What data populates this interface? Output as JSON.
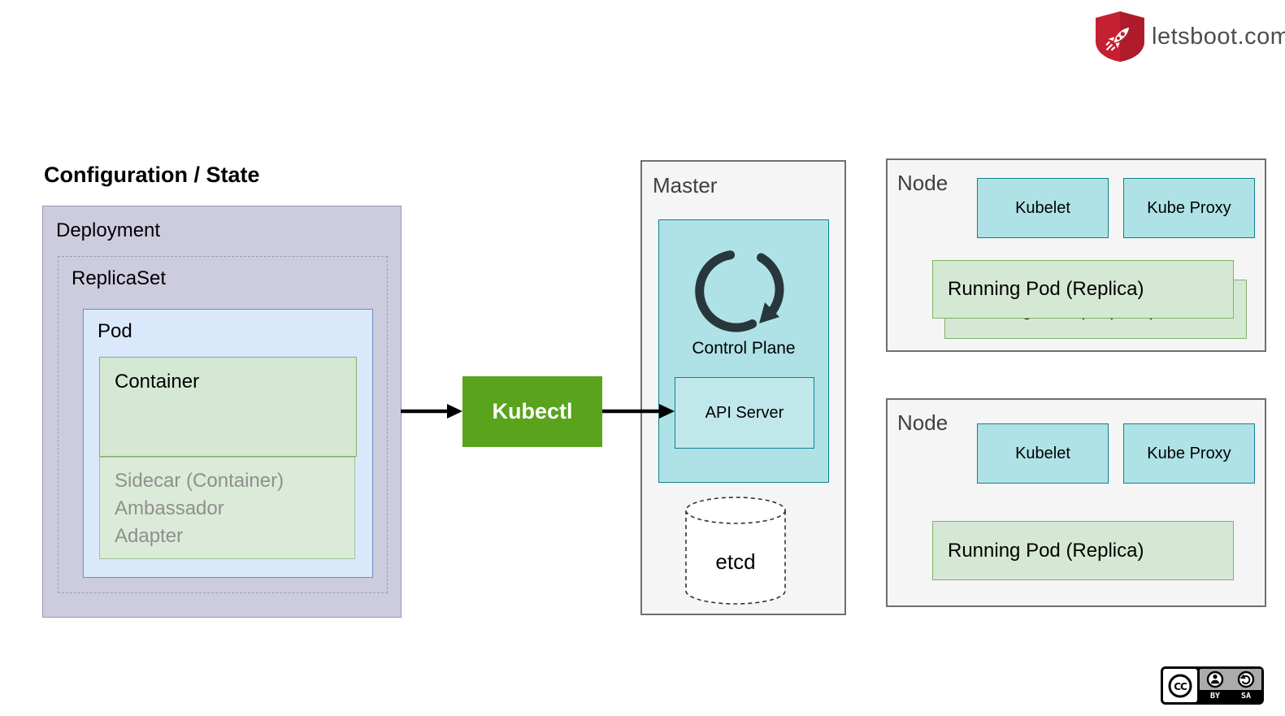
{
  "config": {
    "title": "Configuration / State",
    "deployment_label": "Deployment",
    "replicaset_label": "ReplicaSet",
    "pod_label": "Pod",
    "container_label": "Container",
    "sidecar_lines": [
      "Sidecar (Container)",
      "Ambassador",
      "Adapter"
    ]
  },
  "kubectl_label": "Kubectl",
  "master": {
    "title": "Master",
    "control_plane_label": "Control Plane",
    "api_server_label": "API Server",
    "etcd_label": "etcd"
  },
  "nodes": [
    {
      "title": "Node",
      "kubelet": "Kubelet",
      "kube_proxy": "Kube Proxy",
      "running_pod": "Running Pod (Replica)",
      "replicas_stacked": true
    },
    {
      "title": "Node",
      "kubelet": "Kubelet",
      "kube_proxy": "Kube Proxy",
      "running_pod": "Running Pod (Replica)",
      "replicas_stacked": false
    }
  ],
  "brand": {
    "name": "letsboot.com"
  },
  "license": {
    "cc": "CC",
    "by": "BY",
    "sa": "SA"
  },
  "colors": {
    "deployment_fill": "#cdccdf",
    "deployment_border": "#9795bd",
    "pod_fill": "#dae8fc",
    "pod_border": "#6c8ebf",
    "container_fill": "#d5e8d4",
    "container_border": "#82b366",
    "sidecar_fill": "#dcead9",
    "sidecar_text": "#8f8f8f",
    "kubectl_green": "#5aa31d",
    "panel_fill": "#f5f5f5",
    "panel_border": "#6f6f6f",
    "teal_fill": "#aee2e6",
    "teal_border": "#11808d",
    "api_server_fill": "#c0e8eb",
    "brand_red": "#c52032",
    "arrow": "#000000"
  }
}
